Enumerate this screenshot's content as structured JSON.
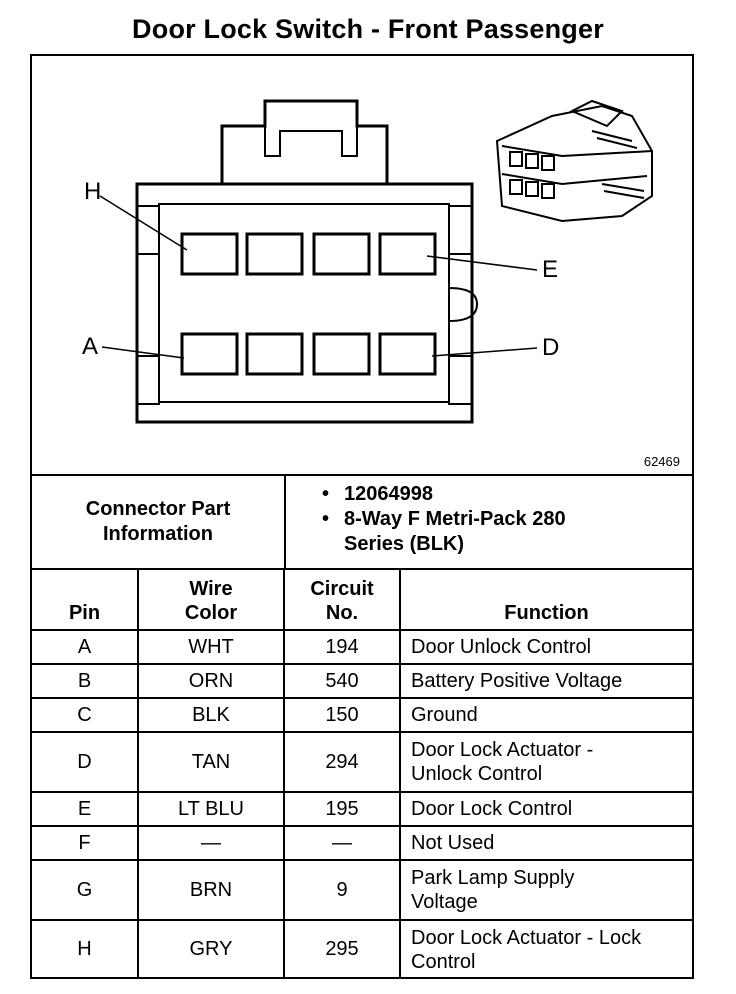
{
  "title": "Door Lock Switch - Front Passenger",
  "figure_number": "62469",
  "pin_callouts": {
    "H": "H",
    "E": "E",
    "A": "A",
    "D": "D"
  },
  "connector_info": {
    "label": "Connector Part Information",
    "bullets": [
      "12064998",
      "8-Way F Metri-Pack 280 Series (BLK)"
    ]
  },
  "table": {
    "headers": {
      "pin": "Pin",
      "wire_color": "Wire Color",
      "circuit_no": "Circuit No.",
      "function": "Function"
    },
    "rows": [
      {
        "pin": "A",
        "wire_color": "WHT",
        "circuit": "194",
        "function": "Door Unlock Control"
      },
      {
        "pin": "B",
        "wire_color": "ORN",
        "circuit": "540",
        "function": "Battery Positive Voltage"
      },
      {
        "pin": "C",
        "wire_color": "BLK",
        "circuit": "150",
        "function": "Ground"
      },
      {
        "pin": "D",
        "wire_color": "TAN",
        "circuit": "294",
        "function": "Door Lock Actuator - Unlock Control"
      },
      {
        "pin": "E",
        "wire_color": "LT BLU",
        "circuit": "195",
        "function": "Door Lock Control"
      },
      {
        "pin": "F",
        "wire_color": "—",
        "circuit": "—",
        "function": "Not Used"
      },
      {
        "pin": "G",
        "wire_color": "BRN",
        "circuit": "9",
        "function": "Park Lamp Supply Voltage"
      },
      {
        "pin": "H",
        "wire_color": "GRY",
        "circuit": "295",
        "function": "Door Lock Actuator - Lock Control"
      }
    ]
  }
}
